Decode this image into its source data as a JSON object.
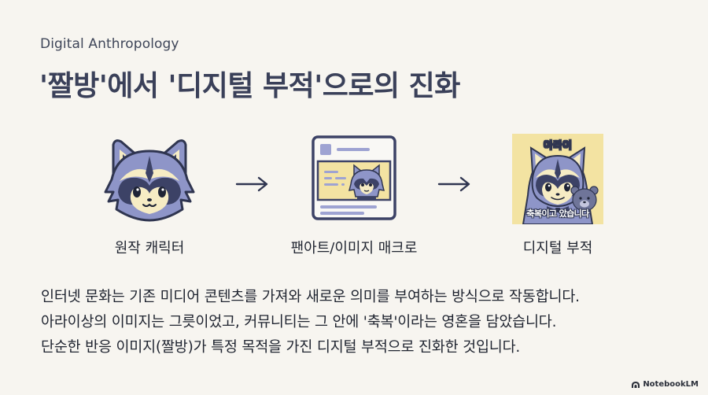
{
  "header": {
    "kicker": "Digital Anthropology",
    "title": "'짤방'에서 '디지털 부적'으로의 진화"
  },
  "flow": {
    "stages": [
      {
        "label": "원작 캐릭터",
        "icon": "raccoon-character-icon"
      },
      {
        "label": "팬아트/이미지 매크로",
        "icon": "image-macro-post-icon"
      },
      {
        "label": "디지털 부적",
        "icon": "digital-talisman-icon",
        "caption_top": "아라이",
        "caption_bottom": "축복이고 았습니다"
      }
    ],
    "arrow_icon": "arrow-right-icon"
  },
  "body": {
    "lines": [
      "인터넷 문화는 기존 미디어 콘텐츠를 가져와 새로운 의미를 부여하는 방식으로 작동합니다.",
      "아라이상의 이미지는 그릇이었고, 커뮤니티는 그 안에 '축복'이라는 영혼을 담았습니다.",
      "단순한 반응 이미지(짤방)가 특정 목적을 가진 디지털 부적으로 진화한 것입니다."
    ]
  },
  "footer": {
    "brand": "NotebookLM",
    "brand_icon": "notebooklm-logo-icon"
  },
  "colors": {
    "background": "#f7f5f0",
    "title": "#3a4059",
    "raccoon_fur": "#8e95c8",
    "raccoon_dark": "#3c4266",
    "raccoon_cream": "#f6ecc4",
    "panel_yellow": "#f3e3a2"
  }
}
